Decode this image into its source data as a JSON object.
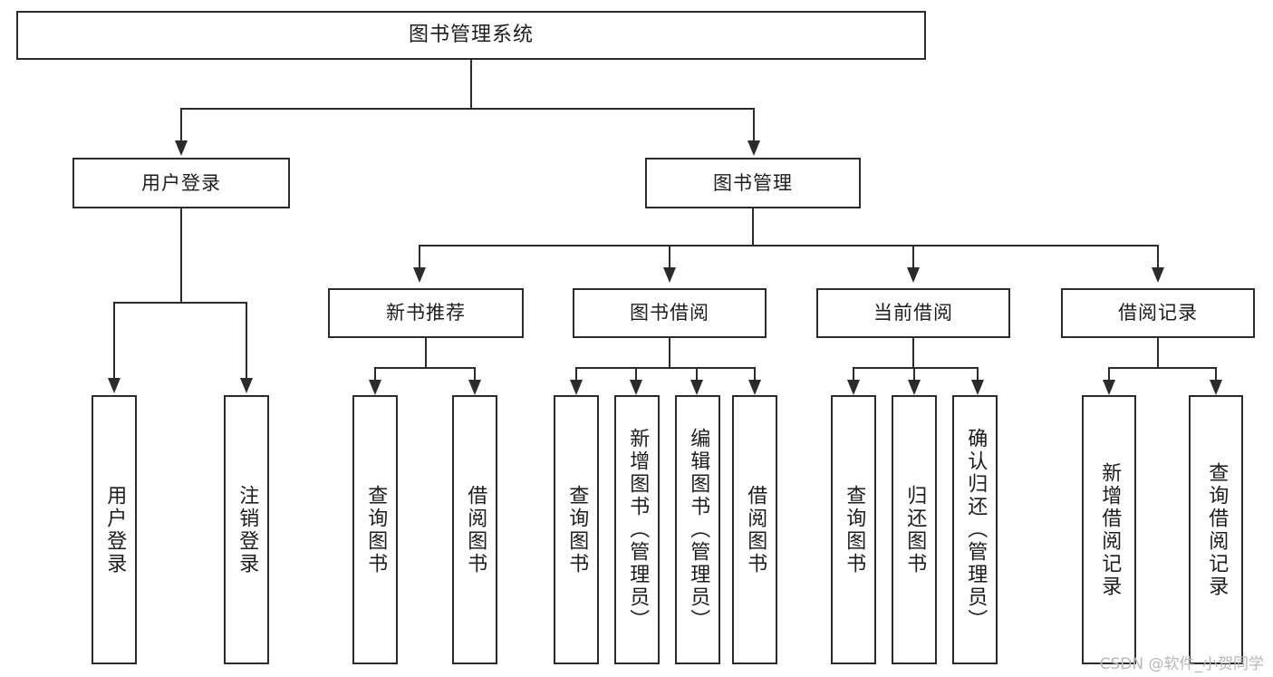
{
  "diagram": {
    "title": "图书管理系统",
    "type": "tree",
    "root": {
      "label": "图书管理系统"
    },
    "level2": [
      {
        "id": "user-login",
        "label": "用户登录"
      },
      {
        "id": "book-manage",
        "label": "图书管理"
      }
    ],
    "level3": [
      {
        "id": "new-book-recommend",
        "label": "新书推荐",
        "parent": "book-manage"
      },
      {
        "id": "book-borrow",
        "label": "图书借阅",
        "parent": "book-manage"
      },
      {
        "id": "current-borrow",
        "label": "当前借阅",
        "parent": "book-manage"
      },
      {
        "id": "borrow-record",
        "label": "借阅记录",
        "parent": "book-manage"
      }
    ],
    "leaves": [
      {
        "id": "leaf-user-login",
        "label": "用户登录",
        "parent": "user-login"
      },
      {
        "id": "leaf-logout",
        "label": "注销登录",
        "parent": "user-login"
      },
      {
        "id": "leaf-query-book-1",
        "label": "查询图书",
        "parent": "new-book-recommend"
      },
      {
        "id": "leaf-borrow-book-1",
        "label": "借阅图书",
        "parent": "new-book-recommend"
      },
      {
        "id": "leaf-query-book-2",
        "label": "查询图书",
        "parent": "book-borrow"
      },
      {
        "id": "leaf-add-book-admin",
        "label": "新增图书（管理员）",
        "parent": "book-borrow"
      },
      {
        "id": "leaf-edit-book-admin",
        "label": "编辑图书（管理员）",
        "parent": "book-borrow"
      },
      {
        "id": "leaf-borrow-book-2",
        "label": "借阅图书",
        "parent": "book-borrow"
      },
      {
        "id": "leaf-query-book-3",
        "label": "查询图书",
        "parent": "current-borrow"
      },
      {
        "id": "leaf-return-book",
        "label": "归还图书",
        "parent": "current-borrow"
      },
      {
        "id": "leaf-confirm-return-admin",
        "label": "确认归还（管理员）",
        "parent": "current-borrow"
      },
      {
        "id": "leaf-add-borrow-record",
        "label": "新增借阅记录",
        "parent": "borrow-record"
      },
      {
        "id": "leaf-query-borrow-record",
        "label": "查询借阅记录",
        "parent": "borrow-record"
      }
    ],
    "colors": {
      "stroke": "#2b2b2b",
      "fill": "#ffffff",
      "text": "#1c1c1c",
      "watermark": "#b8b8b8"
    }
  },
  "watermark": {
    "text": "CSDN @软件_小贺同学"
  }
}
